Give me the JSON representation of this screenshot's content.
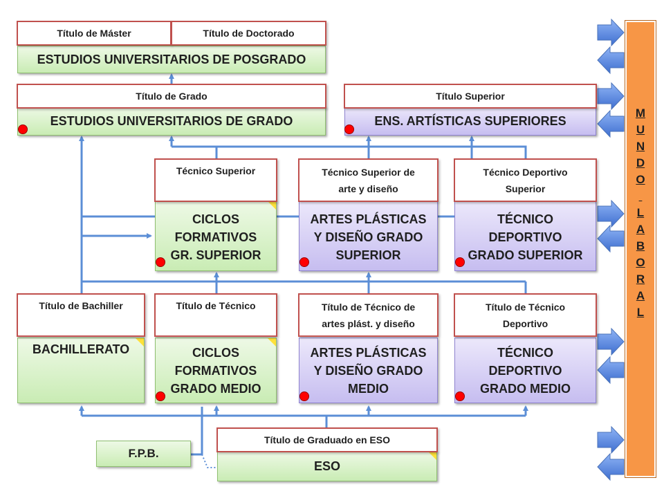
{
  "posgrado": {
    "master": "Título de Máster",
    "doctorado": "Título de Doctorado",
    "label": "ESTUDIOS UNIVERSITARIOS DE POSGRADO"
  },
  "grado": {
    "title": "Título de Grado",
    "label": "ESTUDIOS UNIVERSITARIOS DE GRADO"
  },
  "artisticas": {
    "title": "Título Superior",
    "label": "ENS. ARTÍSTICAS SUPERIORES"
  },
  "ciclos_sup": {
    "title": "Técnico Superior",
    "label_lines": [
      "CICLOS",
      "FORMATIVOS",
      "GR. SUPERIOR"
    ]
  },
  "artes_sup": {
    "title_lines": [
      "Técnico Superior de",
      "arte y diseño"
    ],
    "label_lines": [
      "ARTES PLÁSTICAS",
      "Y DISEÑO GRADO",
      "SUPERIOR"
    ]
  },
  "deportivo_sup": {
    "title_lines": [
      "Técnico Deportivo",
      "Superior"
    ],
    "label_lines": [
      "TÉCNICO",
      "DEPORTIVO",
      "GRADO SUPERIOR"
    ]
  },
  "bachillerato": {
    "title": "Título de Bachiller",
    "label": "BACHILLERATO"
  },
  "ciclos_medio": {
    "title": "Título de Técnico",
    "label_lines": [
      "CICLOS",
      "FORMATIVOS",
      "GRADO MEDIO"
    ]
  },
  "artes_medio": {
    "title_lines": [
      "Título de Técnico de",
      "artes plást. y diseño"
    ],
    "label_lines": [
      "ARTES PLÁSTICAS",
      "Y DISEÑO GRADO",
      "MEDIO"
    ]
  },
  "deportivo_medio": {
    "title_lines": [
      "Título de Técnico",
      "Deportivo"
    ],
    "label_lines": [
      "TÉCNICO",
      "DEPORTIVO",
      "GRADO MEDIO"
    ]
  },
  "eso": {
    "title": "Título de Graduado en ESO",
    "label": "ESO"
  },
  "fpb": {
    "label": "F.P.B."
  },
  "mundo_laboral": {
    "letters": [
      "M",
      "U",
      "N",
      "D",
      "O",
      "",
      "L",
      "A",
      "B",
      "O",
      "R",
      "A",
      "L"
    ]
  },
  "colors": {
    "connector": "#5b8ed6",
    "title_border": "#c0504d",
    "dot": "#ff0000",
    "sidebar": "#f79646",
    "arrow": "#4f81e0"
  }
}
